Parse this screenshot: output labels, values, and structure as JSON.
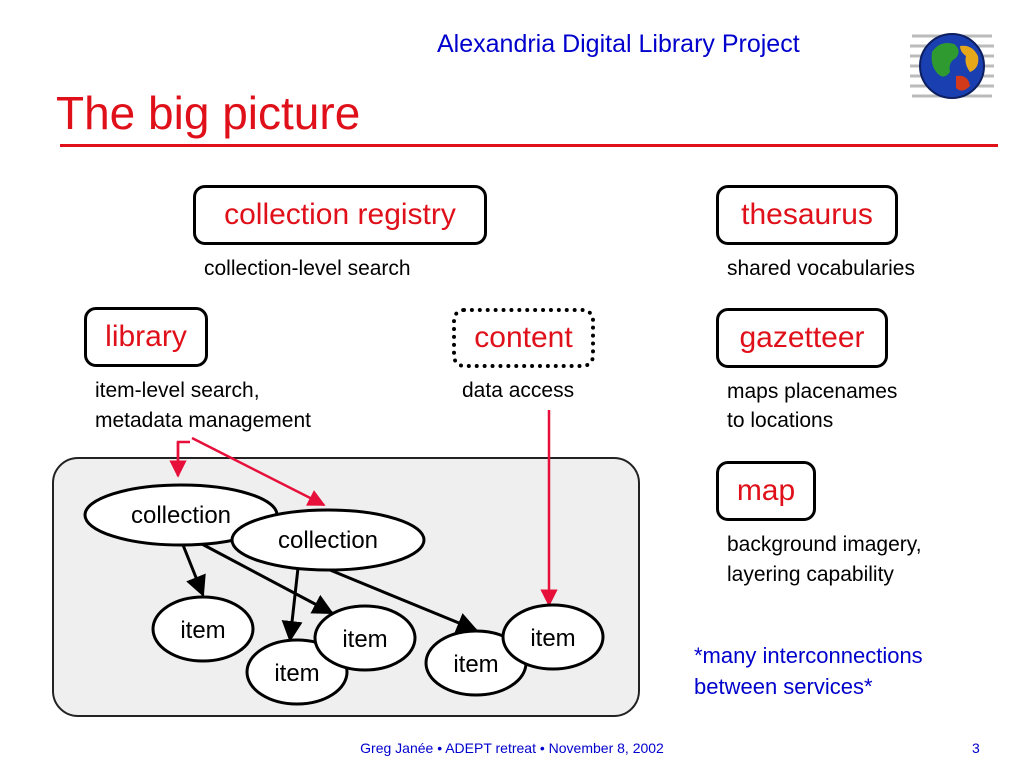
{
  "header": {
    "project_title": "Alexandria Digital Library Project",
    "slide_title": "The big picture"
  },
  "services": {
    "collection_registry": {
      "label": "collection registry",
      "desc": "collection-level search"
    },
    "thesaurus": {
      "label": "thesaurus",
      "desc": "shared vocabularies"
    },
    "library": {
      "label": "library",
      "desc_line1": "item-level search,",
      "desc_line2": "metadata management"
    },
    "content": {
      "label": "content",
      "desc": "data access"
    },
    "gazetteer": {
      "label": "gazetteer",
      "desc_line1": "maps placenames",
      "desc_line2": "to locations"
    },
    "map": {
      "label": "map",
      "desc_line1": "background imagery,",
      "desc_line2": "layering capability"
    }
  },
  "graph": {
    "collection_label": "collection",
    "item_label": "item"
  },
  "note": {
    "line1": "*many interconnections",
    "line2": "between services*"
  },
  "footer": {
    "text": "Greg Janée • ADEPT retreat • November 8, 2002",
    "page_number": "3"
  },
  "colors": {
    "accent_red": "#e0101a",
    "header_blue": "#0000cc",
    "arrow_red": "#e6103a"
  }
}
